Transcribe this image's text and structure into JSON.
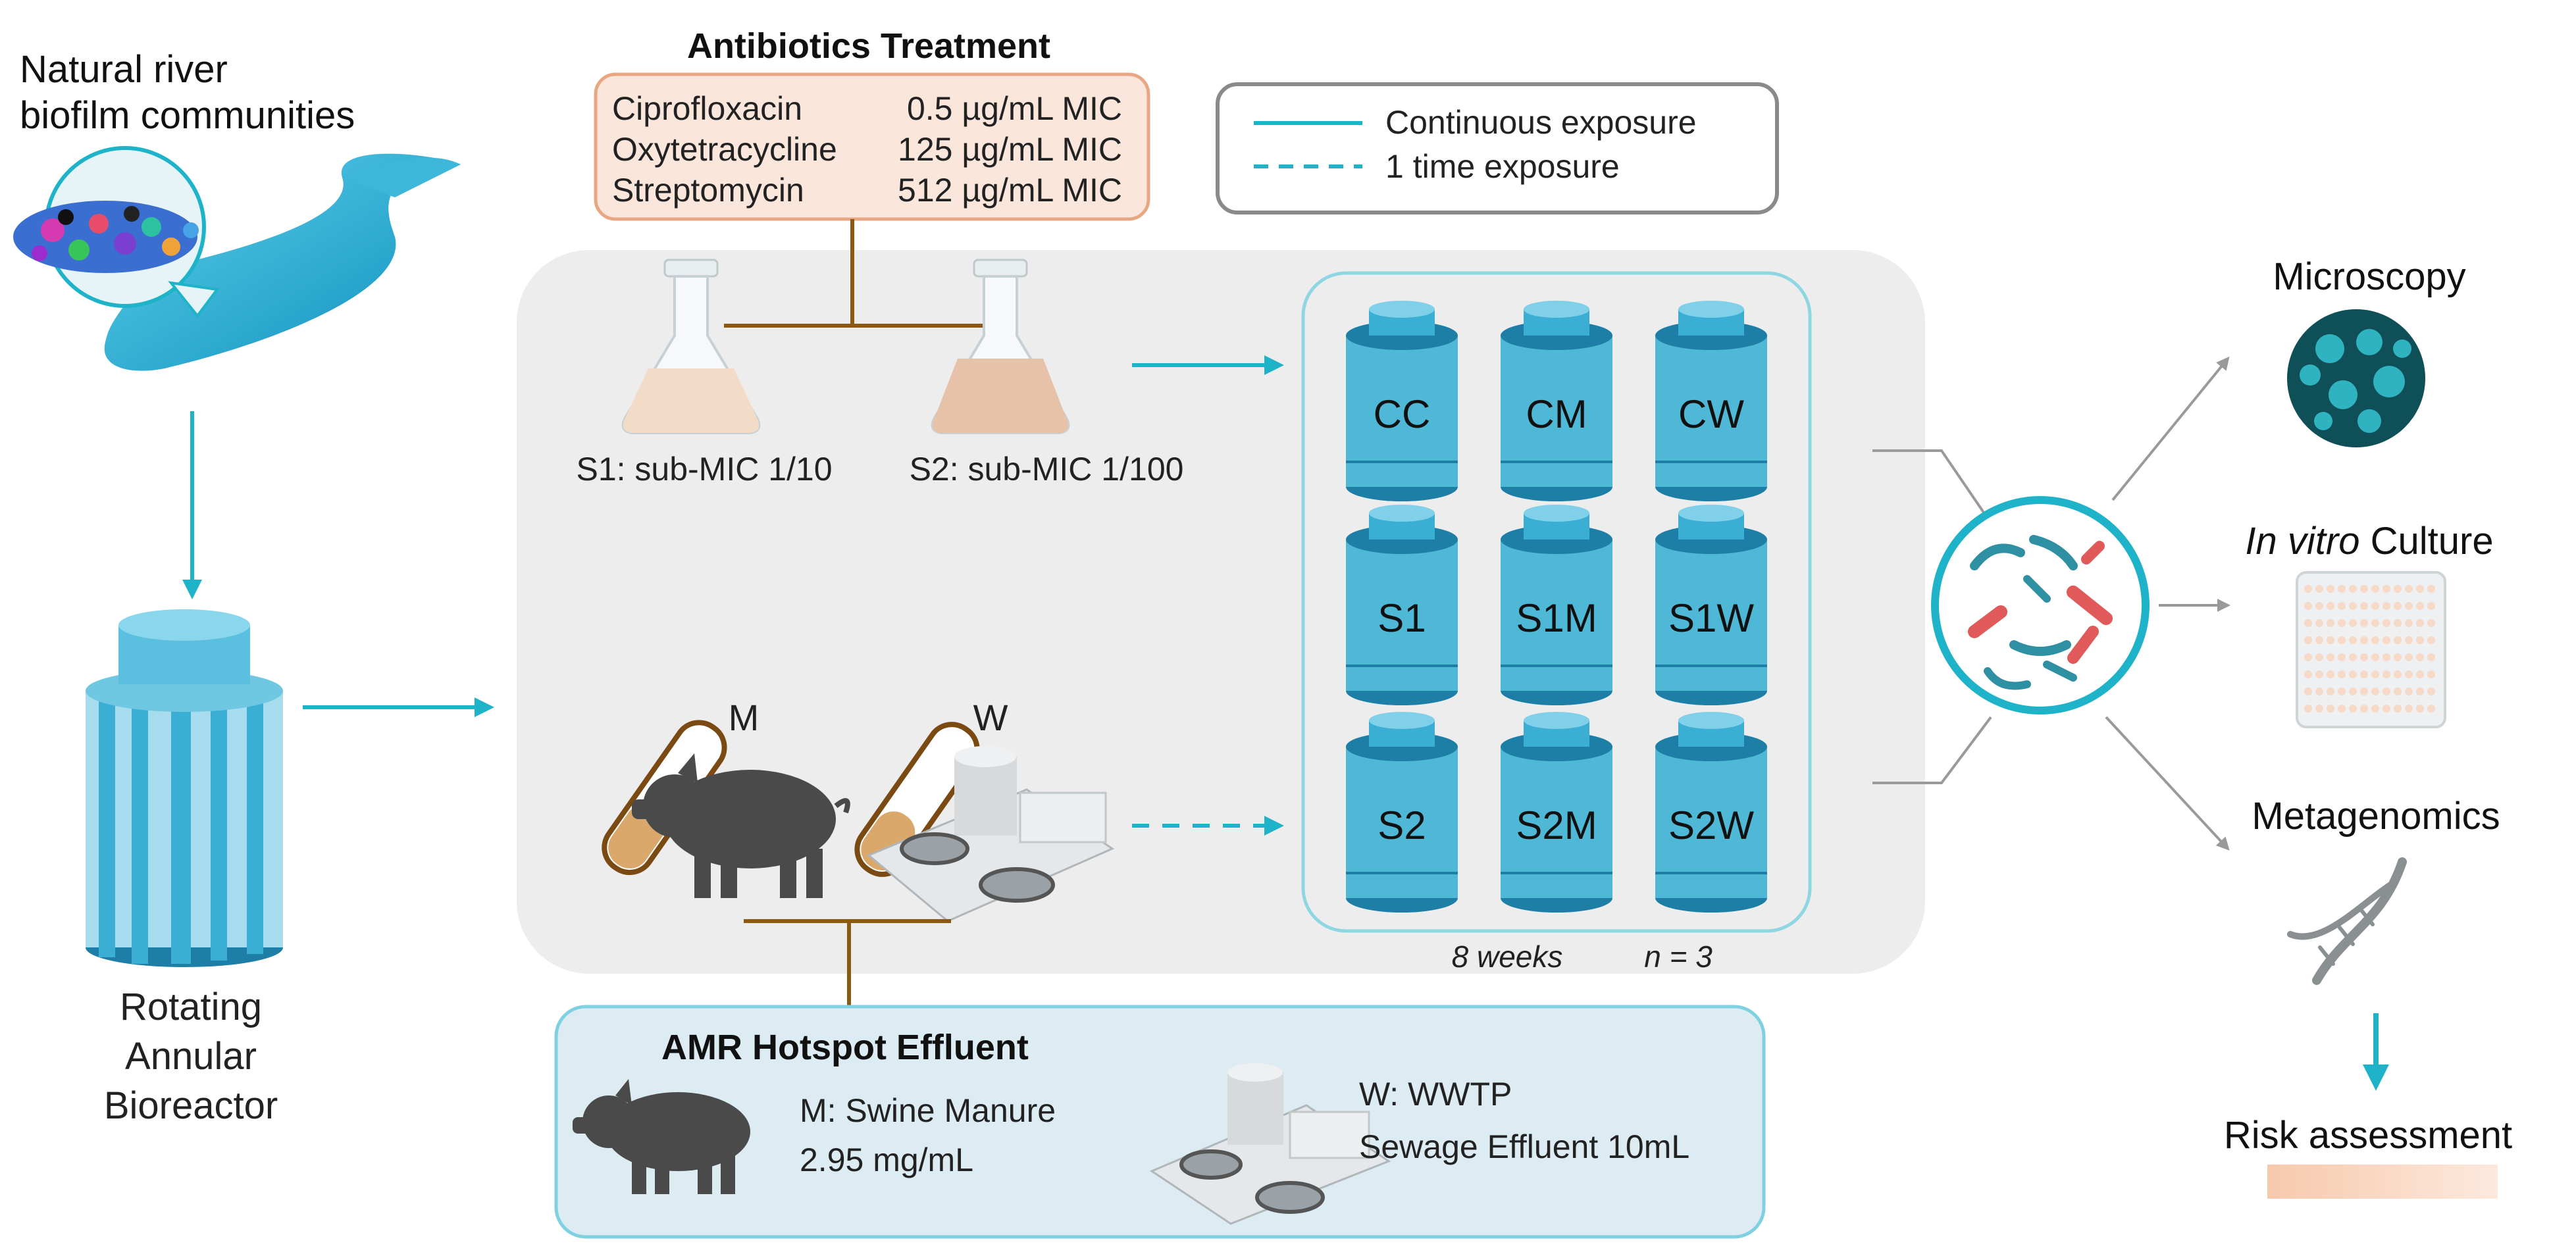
{
  "source": {
    "line1": "Natural river",
    "line2": "biofilm communities"
  },
  "bioreactor": {
    "line1": "Rotating",
    "line2": "Annular",
    "line3": "Bioreactor"
  },
  "antibiotics": {
    "title": "Antibiotics Treatment",
    "rows": [
      {
        "name": "Ciprofloxacin",
        "dose": "0.5 µg/mL MIC"
      },
      {
        "name": "Oxytetracycline",
        "dose": "125 µg/mL MIC"
      },
      {
        "name": "Streptomycin",
        "dose": "512 µg/mL MIC"
      }
    ]
  },
  "legend": {
    "continuous": "Continuous exposure",
    "one_time": "1 time exposure"
  },
  "flasks": {
    "s1": "S1: sub-MIC 1/10",
    "s2": "S2: sub-MIC 1/100"
  },
  "effluent_icons": {
    "m": "M",
    "w": "W"
  },
  "reactors": {
    "labels": [
      "CC",
      "CM",
      "CW",
      "S1",
      "S1M",
      "S1W",
      "S2",
      "S2M",
      "S2W"
    ],
    "duration": "8 weeks",
    "replicates": "n = 3"
  },
  "amr": {
    "title": "AMR Hotspot Effluent",
    "m_line1": "M: Swine Manure",
    "m_line2": "2.95 mg/mL",
    "w_line1": "W: WWTP",
    "w_line2": "Sewage Effluent 10mL"
  },
  "outputs": {
    "microscopy": "Microscopy",
    "culture_italic": "In vitro",
    "culture_rest": " Culture",
    "metagenomics": "Metagenomics",
    "risk": "Risk assessment"
  },
  "colors": {
    "teal": "#1fb3c9",
    "reactor_fill": "#4fb8d6",
    "reactor_dark": "#1d7fa6",
    "panel_bg": "#ededed",
    "antibiotic_box": "#fbe6dc",
    "antibiotic_border": "#e8a783",
    "amr_box": "#dcecf2",
    "amr_border": "#7fd0e0",
    "brown": "#8a5a14"
  }
}
